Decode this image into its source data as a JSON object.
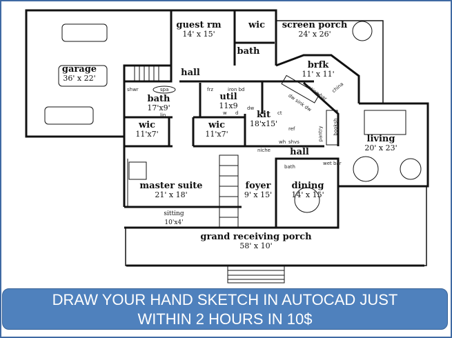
{
  "rooms": [
    {
      "name": "guest rm",
      "dim": "14' x 15'"
    },
    {
      "name": "wic",
      "dim": ""
    },
    {
      "name": "bath",
      "dim": ""
    },
    {
      "name": "screen porch",
      "dim": "24' x 26'"
    },
    {
      "name": "garage",
      "dim": "36' x 22'"
    },
    {
      "name": "hall",
      "dim": ""
    },
    {
      "name": "brfk",
      "dim": "11' x 11'"
    },
    {
      "name": "bath",
      "dim": "17'x9'"
    },
    {
      "name": "util",
      "dim": "11x9"
    },
    {
      "name": "kit",
      "dim": "18'x15'"
    },
    {
      "name": "wic",
      "dim": "11'x7'"
    },
    {
      "name": "wic",
      "dim": "11'x7'"
    },
    {
      "name": "living",
      "dim": "20' x 23'"
    },
    {
      "name": "hall",
      "dim": ""
    },
    {
      "name": "master suite",
      "dim": "21' x 18'"
    },
    {
      "name": "foyer",
      "dim": "9' x 15'"
    },
    {
      "name": "dining",
      "dim": "14' x 15'"
    },
    {
      "name": "sitting",
      "dim": "10'x4'"
    },
    {
      "name": "grand receiving porch",
      "dim": "58' x 10'"
    }
  ],
  "fixtures": [
    "shwr",
    "spa",
    "frz",
    "iron bd",
    "w",
    "d",
    "dw",
    "ct",
    "eating bar",
    "dw  sink  dw",
    "ref",
    "booksh",
    "pantry",
    "wh",
    "shvs",
    "niche",
    "china",
    "wet bar",
    "bath",
    "lin"
  ],
  "banner": {
    "line1": "DRAW YOUR HAND SKETCH IN AUTOCAD JUST",
    "line2": "WITHIN 2 HOURS IN 10$"
  },
  "colors": {
    "banner": "#4f81bd",
    "border": "#3f6aa3"
  }
}
